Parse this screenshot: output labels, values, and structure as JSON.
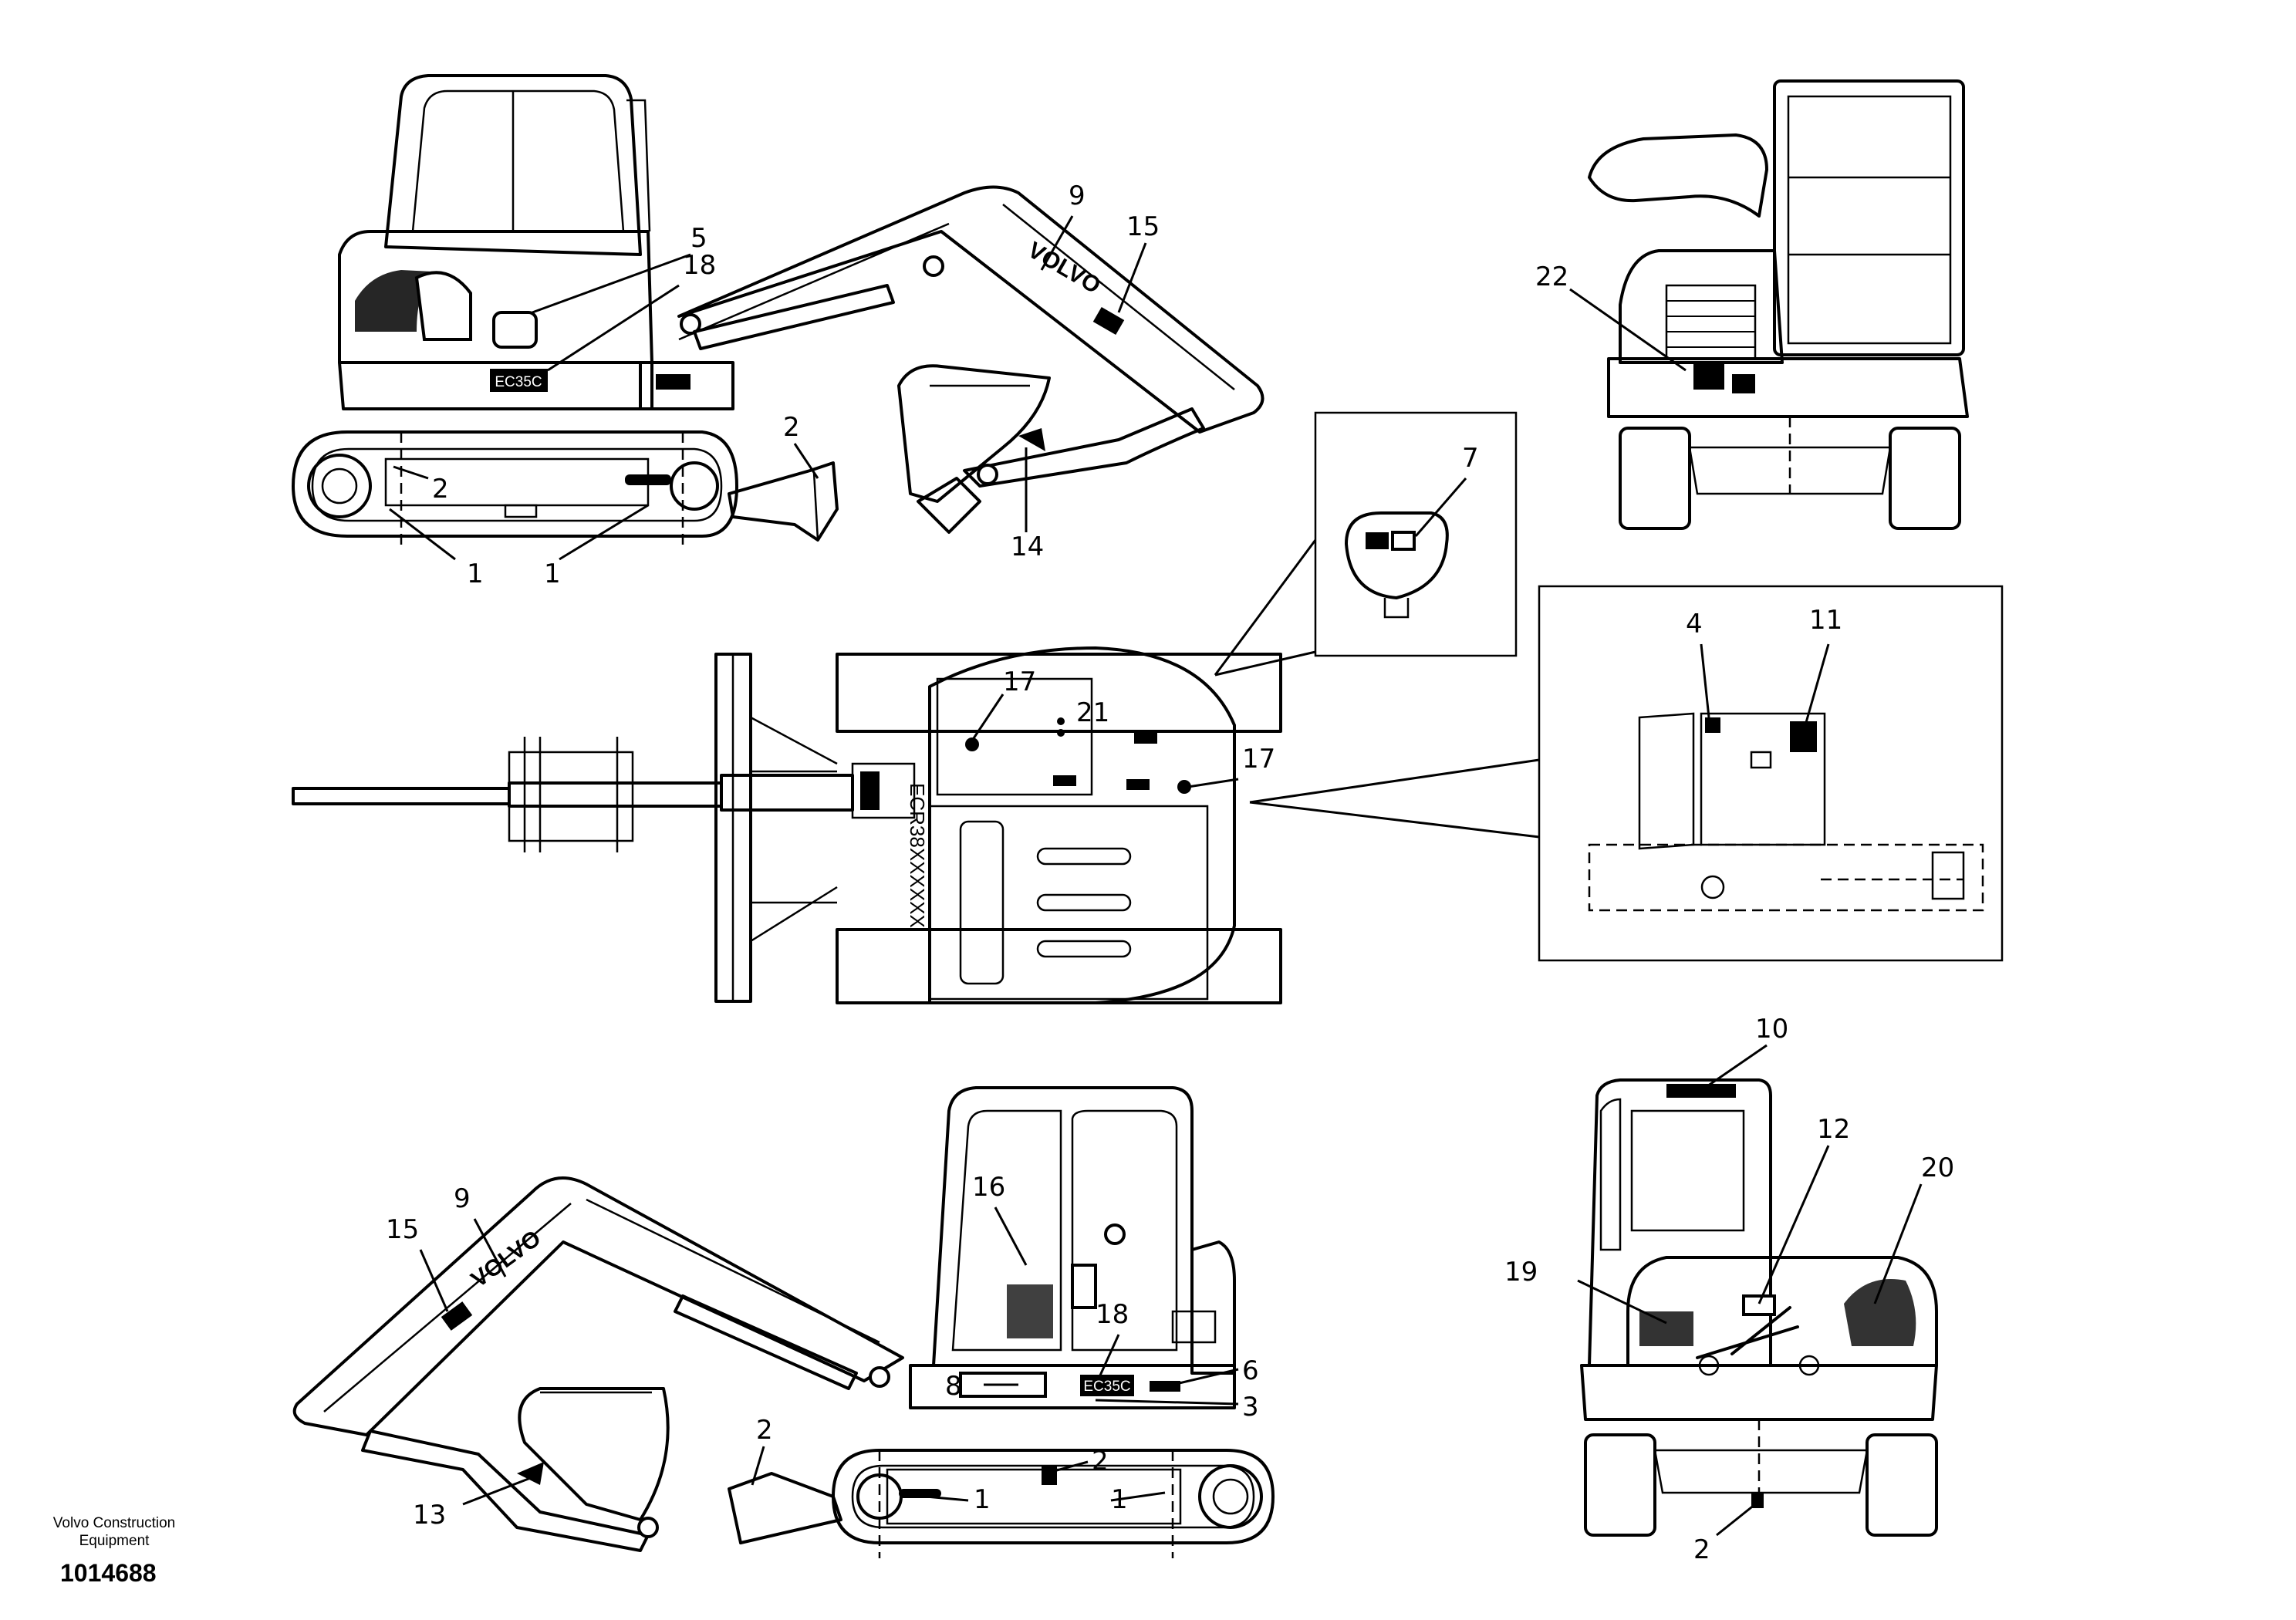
{
  "callouts": {
    "c1a": "1",
    "c1b": "1",
    "c2a": "2",
    "c2b": "2",
    "c5": "5",
    "c18a": "18",
    "c9a": "9",
    "c15a": "15",
    "c14": "14",
    "c22": "22",
    "c7": "7",
    "c17a": "17",
    "c21": "21",
    "c17b": "17",
    "c4": "4",
    "c11": "11",
    "c15b": "15",
    "c9b": "9",
    "c16": "16",
    "c18b": "18",
    "c8": "8",
    "c6": "6",
    "c3": "3",
    "c2c": "2",
    "c2d": "2",
    "c13": "13",
    "c1c": "1",
    "c1d": "1",
    "c10": "10",
    "c12": "12",
    "c20": "20",
    "c19": "19",
    "c2e": "2"
  },
  "markings": {
    "brand": "VOLVO",
    "model": "EC35C",
    "serial": "ECR38XXXXXX"
  },
  "footer": {
    "company_line1": "Volvo Construction",
    "company_line2": "Equipment",
    "part_number": "1014688"
  }
}
